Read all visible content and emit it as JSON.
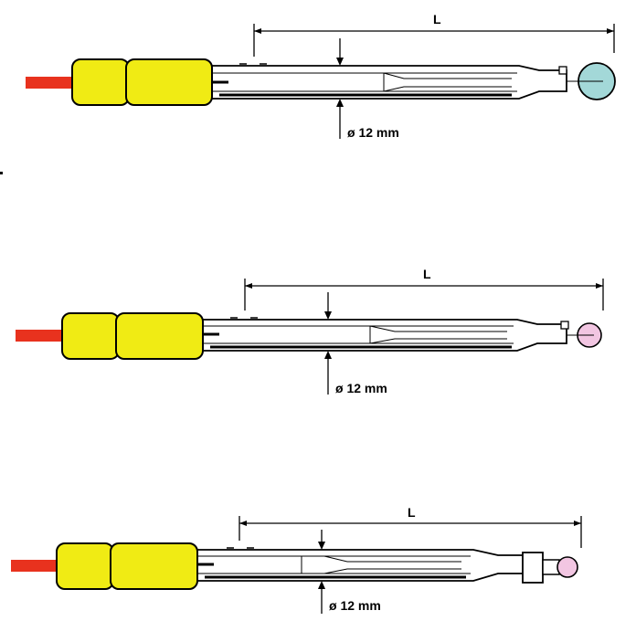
{
  "colors": {
    "cable": "#e8321e",
    "cap": "#f0eb14",
    "glass": "#ffffff",
    "outline": "#000000",
    "tip_blue": "#a3d8d8",
    "tip_pink": "#f2c6e2"
  },
  "electrodes": [
    {
      "tip": "sphere",
      "tip_color": "tip_blue",
      "length_label": "L",
      "diameter_label": "ø 12 mm"
    },
    {
      "tip": "sphere",
      "tip_color": "tip_pink",
      "length_label": "L",
      "diameter_label": "ø 12 mm"
    },
    {
      "tip": "collar",
      "tip_color": "tip_pink",
      "length_label": "L",
      "diameter_label": "ø 12 mm"
    }
  ]
}
